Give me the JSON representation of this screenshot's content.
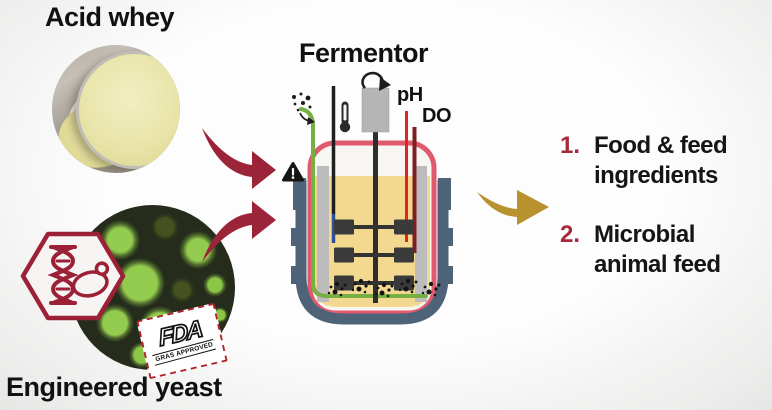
{
  "titles": {
    "acid_whey": "Acid whey",
    "fermentor": "Fermentor",
    "engineered_yeast": "Engineered yeast"
  },
  "probe_labels": {
    "ph": "pH",
    "do": "DO"
  },
  "fda_stamp": {
    "logo": "FDA",
    "subtext": "GRAS APPROVED"
  },
  "outputs": {
    "item1_number": "1.",
    "item1_text": "Food & feed ingredients",
    "item2_number": "2.",
    "item2_text": "Microbial animal feed"
  },
  "colors": {
    "arrow_maroon": "#9b2438",
    "arrow_gold": "#b8922e",
    "vessel_pink": "#e05a6e",
    "jacket_slate": "#4e6378",
    "liquid_yellow": "#f3d98f",
    "baffle_gray": "#bcbcbc",
    "motor_gray": "#b5b5b5",
    "sparger_green": "#76b043",
    "ph_probe_red": "#e02424",
    "do_probe_maroon": "#7c2024",
    "hexagon_red": "#9c2036",
    "list_number_red": "#a52a3a"
  },
  "icons": {
    "rotation": "stirrer-rotation-arrow",
    "temperature": "thermometer",
    "caution": "warning-triangle",
    "aeration": "gas-bubbles",
    "gmo": "dna-helix",
    "organism": "yeast-cell",
    "approval": "fda-gras-stamp"
  }
}
